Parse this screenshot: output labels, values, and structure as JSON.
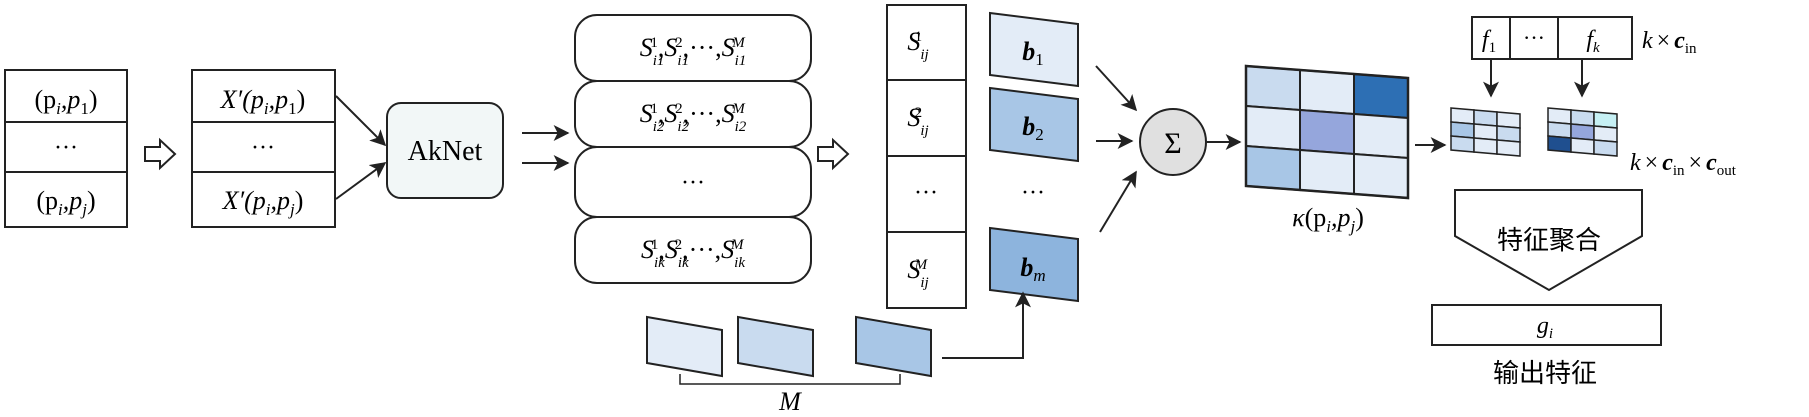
{
  "input_pairs": {
    "top": "(p",
    "top_sub_i": "i",
    "top_comma": ",p",
    "top_sub_1": "1",
    "top_close": ")",
    "mid": "···",
    "bot": "(p",
    "bot_sub_i": "i",
    "bot_comma": ",p",
    "bot_sub_j": "j",
    "bot_close": ")"
  },
  "features": {
    "top_fn": "X′(p",
    "top_sub_i": "i",
    "top_comma": ",p",
    "top_sub_1": "1",
    "top_close": ")",
    "mid": "···",
    "bot_fn": "X′(p",
    "bot_sub_i": "i",
    "bot_comma": ",p",
    "bot_sub_j": "j",
    "bot_close": ")"
  },
  "aknet_label": "AkNet",
  "s_rows": [
    {
      "sub": "i1"
    },
    {
      "sub": "i2"
    },
    {
      "sub": null
    },
    {
      "sub": "ik"
    }
  ],
  "s_symbol": "S",
  "s_sup_1": "1",
  "s_sup_2": "2",
  "s_sup_m": "M",
  "s_dots": "···",
  "s_mid_dots": "···",
  "sij": {
    "symbol": "S",
    "sub": "ij",
    "sup_1": "1",
    "sup_2": "2",
    "sup_m": "M",
    "dots": "···"
  },
  "bases": {
    "symbol": "b",
    "sub_1": "1",
    "sub_2": "2",
    "sub_m": "m",
    "dots": "···"
  },
  "sum_symbol": "Σ",
  "kappa": {
    "symbol": "κ",
    "open": "(p",
    "sub_i": "i",
    "comma": ",p",
    "sub_j": "j",
    "close": ")"
  },
  "M_label": "M",
  "filters": {
    "f": "f",
    "sub_1": "1",
    "dots": "···",
    "sub_k": "k",
    "size_k": "k",
    "times": "×",
    "c": "c",
    "in": "in",
    "out": "out"
  },
  "aggregate_label": "特征聚合",
  "output": {
    "g": "g",
    "sub_i": "i",
    "caption": "输出特征"
  },
  "colors": {
    "stroke": "#222222",
    "box_fill": "#ffffff",
    "aknet_fill": "#f2f7f7",
    "sum_fill": "#e0e0e0",
    "blue_lightest": "#e3ecf7",
    "blue_light": "#c9dbef",
    "blue_mid": "#a8c6e6",
    "blue_strong": "#8db4dd",
    "blue_dark": "#2d6fb4",
    "blue_violet": "#95a6dc",
    "blue_navy": "#1f4f8f",
    "cyan_light": "#c6f0f4"
  }
}
